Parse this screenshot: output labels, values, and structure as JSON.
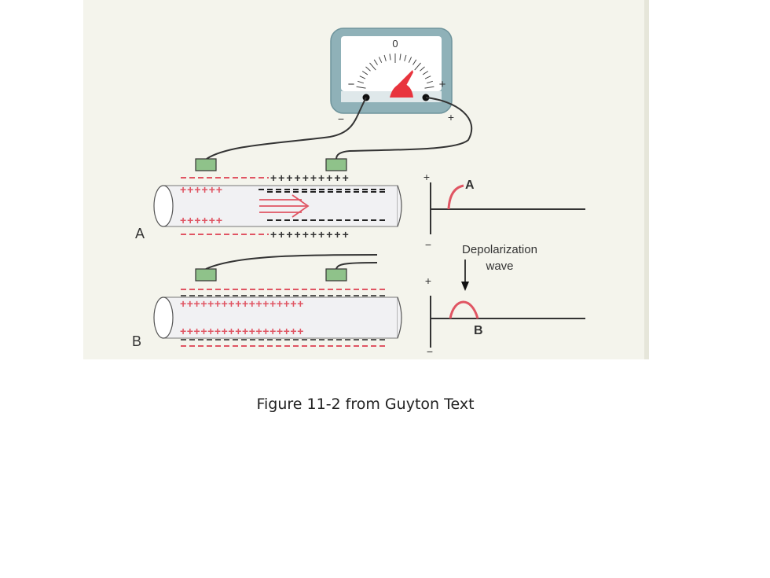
{
  "meter": {
    "zero_label": "0",
    "minus_label": "−",
    "plus_label": "+",
    "lead_minus_label": "−",
    "lead_plus_label": "+"
  },
  "panel_a": {
    "label": "A",
    "outer_top_signs": "++++++++++",
    "outer_bottom_signs": "++++++++++",
    "inner_plus_top": "++++++",
    "inner_plus_bottom": "++++++"
  },
  "panel_b": {
    "label": "B",
    "inner_plus_top": "++++++++++++++++++",
    "inner_plus_bottom": "++++++++++++++++++"
  },
  "graph_a": {
    "plus_label": "+",
    "minus_label": "−",
    "peak_label": "A"
  },
  "graph_b": {
    "plus_label": "+",
    "minus_label": "−",
    "peak_label": "B"
  },
  "wave_label_line1": "Depolarization",
  "wave_label_line2": "wave",
  "caption": "Figure 11-2 from Guyton Text",
  "colors": {
    "meter_frame": "#8fb1b8",
    "meter_face": "#ffffff",
    "needle": "#e8343d",
    "electrode": "#8fc28a",
    "charge_red": "#e05563",
    "charge_black": "#222222",
    "axon_fill": "#f1f1f3",
    "figure_bg": "#f4f4ec"
  }
}
